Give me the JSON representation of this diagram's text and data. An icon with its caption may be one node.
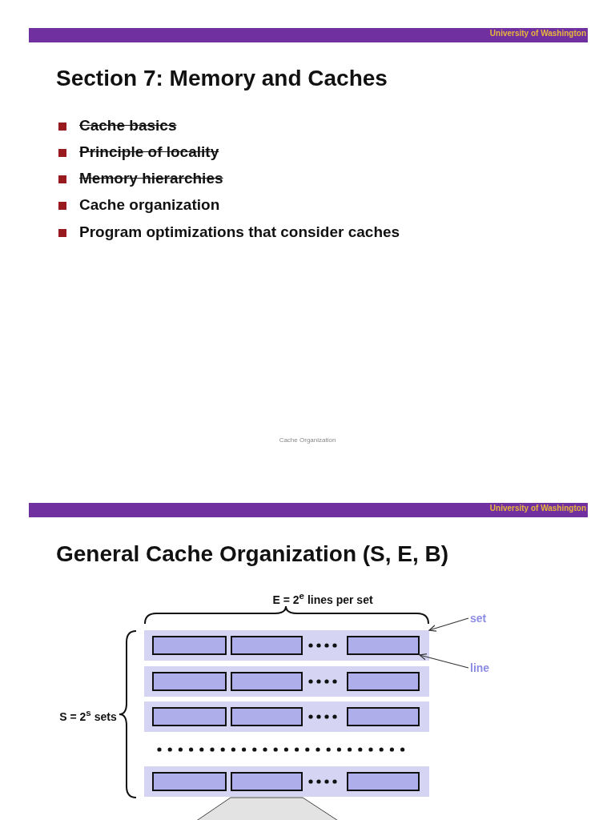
{
  "diagram": {
    "nodes": [
      {
        "text": [
          "set"
        ]
      },
      {
        "text": [],
        "shape": "box"
      },
      {
        "text": [],
        "shape": "box",
        "in": 1
      },
      {
        "text": [],
        "shape": "box",
        "in": 1
      },
      {
        "text": [],
        "shape": "box",
        "in": 1
      },
      {
        "text": [
          "line"
        ]
      },
      {
        "text": [],
        "shape": "box"
      },
      {
        "text": [],
        "shape": "box",
        "in": 6
      },
      {
        "text": [],
        "shape": "box",
        "in": 6
      },
      {
        "text": [],
        "shape": "box",
        "in": 6
      },
      {
        "text": [],
        "shape": "box"
      },
      {
        "text": [],
        "shape": "box",
        "in": 10
      },
      {
        "text": [],
        "shape": "box",
        "in": 10
      },
      {
        "text": [],
        "shape": "box",
        "in": 10
      },
      {
        "text": [],
        "shape": "box"
      },
      {
        "text": [],
        "shape": "box",
        "in": 14
      },
      {
        "text": [],
        "shape": "box",
        "in": 14
      },
      {
        "text": [],
        "shape": "box",
        "in": 14
      },
      {
        "text": [],
        "shape": "trapezoid"
      }
    ],
    "edges": [
      {
        "from": 0,
        "to": 1,
        "arrow": "to"
      },
      {
        "from": 5,
        "to": 4,
        "arrow": "to"
      }
    ],
    "labels": [
      "University of Washington",
      "Section 7: Memory and Caches",
      "Cache basics",
      "Principle of locality",
      "Memory hierarchies",
      "Cache organization",
      "Program optimizations that consider caches",
      "Cache Organization",
      "University of Washington",
      "General Cache Organization (S, E, B)",
      "E = 2$^{e}$ lines per set",
      "S = 2$^{s}$ sets"
    ]
  }
}
